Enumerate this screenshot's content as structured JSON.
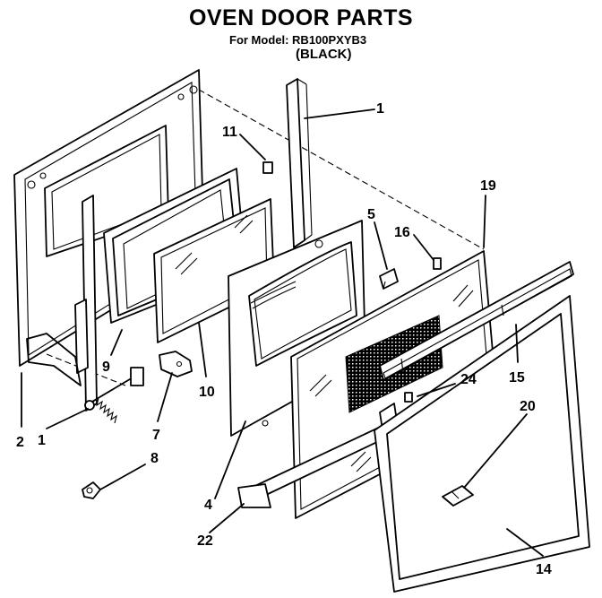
{
  "header": {
    "title": "OVEN DOOR PARTS",
    "model_line": "For Model: RB100PXYB3",
    "color_line": "(BLACK)"
  },
  "callouts": {
    "c1_top": "1",
    "c11": "11",
    "c19": "19",
    "c5": "5",
    "c16": "16",
    "c9": "9",
    "c10": "10",
    "c15": "15",
    "c24": "24",
    "c20": "20",
    "c2": "2",
    "c1_bottom": "1",
    "c7": "7",
    "c8": "8",
    "c4": "4",
    "c22": "22",
    "c14": "14"
  }
}
